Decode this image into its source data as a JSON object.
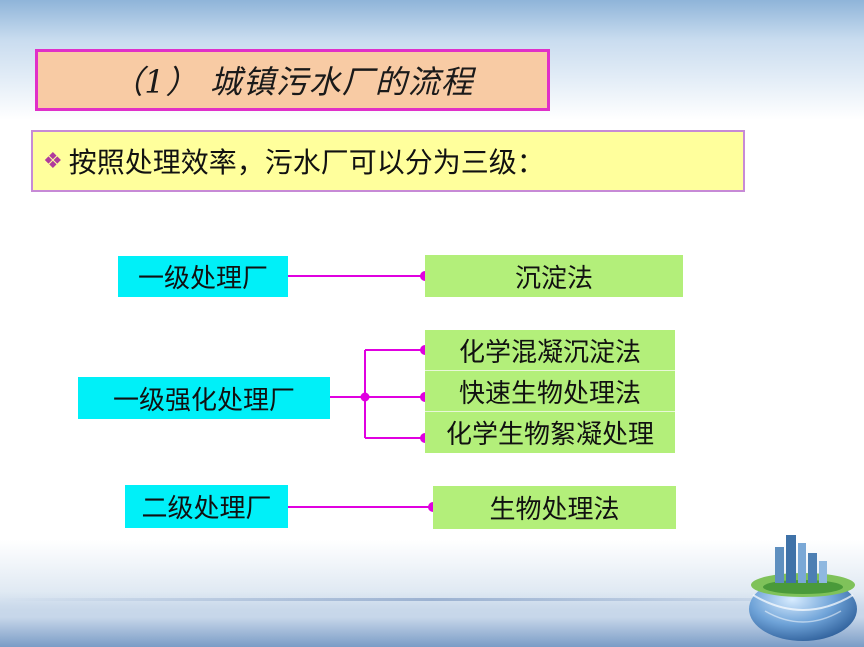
{
  "title": "（1） 城镇污水厂的流程",
  "intro": {
    "text": "按照处理效率，污水厂可以分为三级：",
    "bullet_icon": "diamond-bullet-icon"
  },
  "plants": [
    {
      "label": "一级处理厂",
      "methods": [
        "沉淀法"
      ]
    },
    {
      "label": "一级强化处理厂",
      "methods": [
        "化学混凝沉淀法",
        "快速生物处理法",
        "化学生物絮凝处理"
      ]
    },
    {
      "label": "二级处理厂",
      "methods": [
        "生物处理法"
      ]
    }
  ],
  "colors": {
    "title_bg": "#f8cba4",
    "title_border": "#e030c8",
    "intro_bg": "#ffff9c",
    "plant_bg": "#00f0f8",
    "method_bg": "#b3ef7a",
    "connector": "#e000e0"
  }
}
